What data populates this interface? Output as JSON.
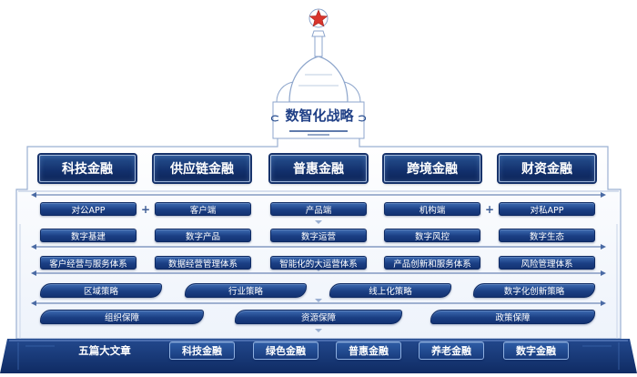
{
  "title": "数智化战略",
  "pillars": [
    "科技金融",
    "供应链金融",
    "普惠金融",
    "跨境金融",
    "财资金融"
  ],
  "channels": [
    "对公APP",
    "客户端",
    "产品端",
    "机构端",
    "对私APP"
  ],
  "channel_plus": "+",
  "digital_row": [
    "数字基建",
    "数字产品",
    "数字运营",
    "数字风控",
    "数字生态"
  ],
  "systems_row": [
    "客户经营与服务体系",
    "数据经营管理体系",
    "智能化的大运营体系",
    "产品创新和服务体系",
    "风险管理体系"
  ],
  "strategy_row": [
    "区域策略",
    "行业策略",
    "线上化策略",
    "数字化创新策略"
  ],
  "guarantee_row": [
    "组织保障",
    "资源保障",
    "政策保障"
  ],
  "foundation": {
    "label": "五篇大文章",
    "items": [
      "科技金融",
      "绿色金融",
      "普惠金融",
      "养老金融",
      "数字金融"
    ]
  },
  "colors": {
    "primary": "#1b3f84",
    "building_outline": "#8ea6cc",
    "star": "#d8342c",
    "title_text": "#1f3f86"
  },
  "icons": [
    "star-icon",
    "dome-icon",
    "connector-arrow-icon"
  ]
}
